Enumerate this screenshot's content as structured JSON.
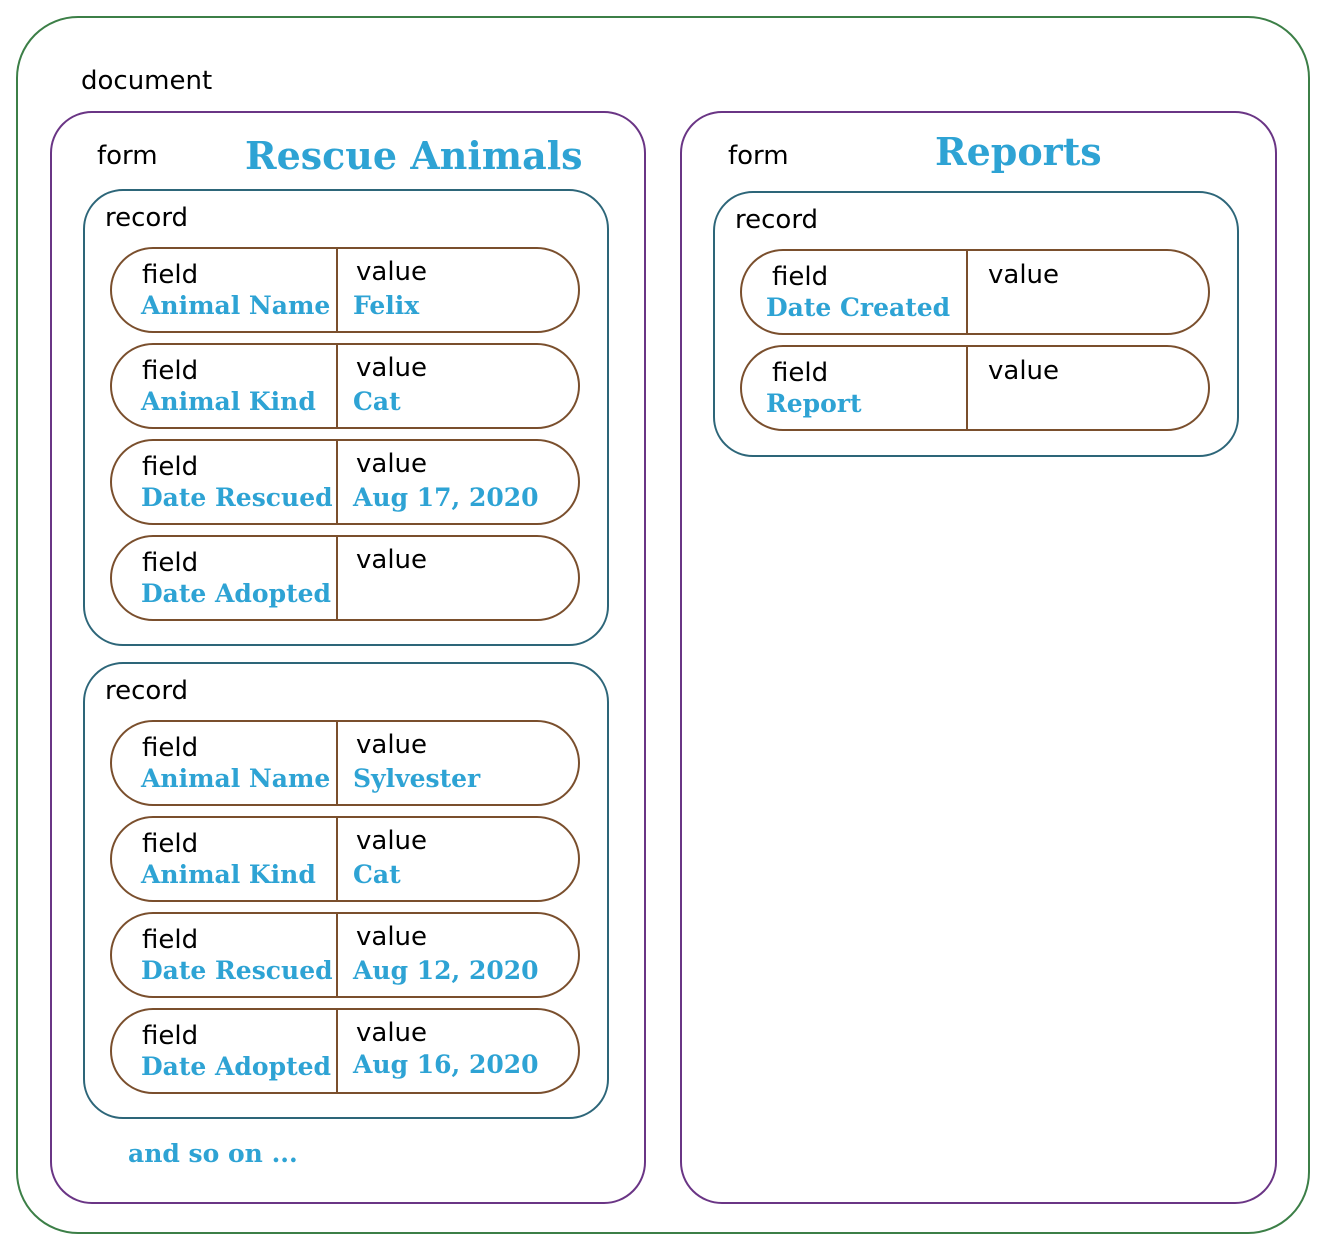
{
  "colors": {
    "document_border": "#3c7f47",
    "form_border": "#6a3585",
    "record_border": "#2d6679",
    "field_border": "#7a4f2d",
    "highlight_text": "#2ea3d4"
  },
  "document": {
    "label": "document",
    "forms": [
      {
        "label": "form",
        "title": "Rescue Animals",
        "records": [
          {
            "label": "record",
            "fields": [
              {
                "field_label": "field",
                "name": "Animal Name",
                "value_label": "value",
                "value": "Felix"
              },
              {
                "field_label": "field",
                "name": "Animal Kind",
                "value_label": "value",
                "value": "Cat"
              },
              {
                "field_label": "field",
                "name": "Date Rescued",
                "value_label": "value",
                "value": "Aug 17, 2020"
              },
              {
                "field_label": "field",
                "name": "Date Adopted",
                "value_label": "value",
                "value": ""
              }
            ]
          },
          {
            "label": "record",
            "fields": [
              {
                "field_label": "field",
                "name": "Animal Name",
                "value_label": "value",
                "value": "Sylvester"
              },
              {
                "field_label": "field",
                "name": "Animal Kind",
                "value_label": "value",
                "value": "Cat"
              },
              {
                "field_label": "field",
                "name": "Date Rescued",
                "value_label": "value",
                "value": "Aug 12, 2020"
              },
              {
                "field_label": "field",
                "name": "Date Adopted",
                "value_label": "value",
                "value": "Aug 16, 2020"
              }
            ]
          }
        ],
        "footer_note": "and so on ..."
      },
      {
        "label": "form",
        "title": "Reports",
        "records": [
          {
            "label": "record",
            "fields": [
              {
                "field_label": "field",
                "name": "Date Created",
                "value_label": "value",
                "value": ""
              },
              {
                "field_label": "field",
                "name": "Report",
                "value_label": "value",
                "value": ""
              }
            ]
          }
        ]
      }
    ]
  }
}
